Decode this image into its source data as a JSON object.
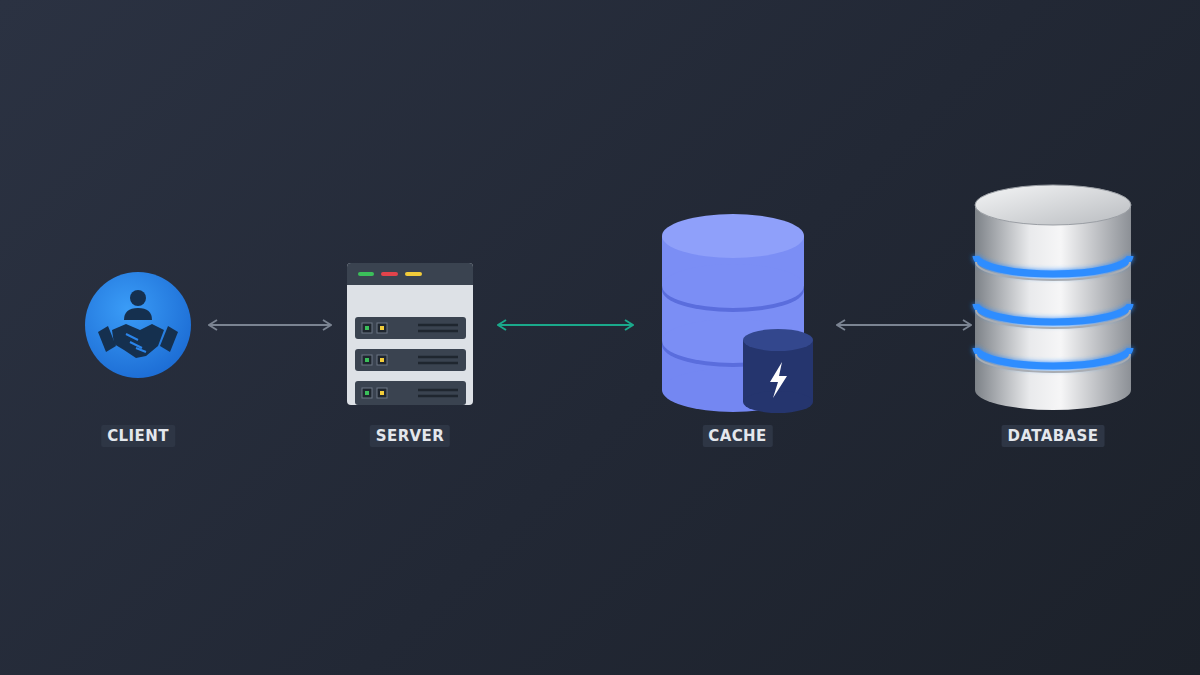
{
  "diagram": {
    "nodes": [
      {
        "text": [
          "CLIENT"
        ]
      },
      {
        "text": [
          "SERVER"
        ]
      },
      {
        "text": [
          "CACHE"
        ]
      },
      {
        "text": [
          "DATABASE"
        ]
      }
    ],
    "edges": [
      {
        "from": 0,
        "to": 1,
        "arrow": "both"
      },
      {
        "from": 1,
        "to": 2,
        "arrow": "both"
      },
      {
        "from": 2,
        "to": 3,
        "arrow": "both"
      }
    ]
  }
}
